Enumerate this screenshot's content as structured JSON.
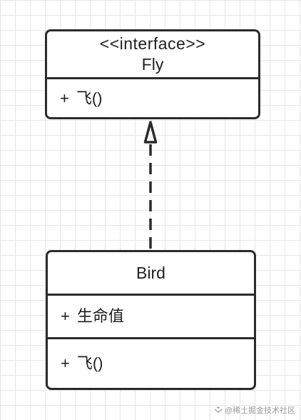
{
  "diagram": {
    "interface": {
      "stereotype": "<<interface>>",
      "name": "Fly",
      "methods": [
        {
          "visibility": "+",
          "text": "飞()"
        }
      ]
    },
    "class": {
      "name": "Bird",
      "attributes": [
        {
          "visibility": "+",
          "text": "生命值"
        }
      ],
      "methods": [
        {
          "visibility": "+",
          "text": "飞()"
        }
      ]
    },
    "relation": {
      "type": "realization",
      "line_style": "dashed",
      "arrowhead": "hollow-triangle"
    }
  },
  "watermark": {
    "text": "@稀土掘金技术社区"
  },
  "colors": {
    "stroke": "#2b2b2b",
    "grid": "#e6e6e6",
    "background": "#ffffff"
  }
}
